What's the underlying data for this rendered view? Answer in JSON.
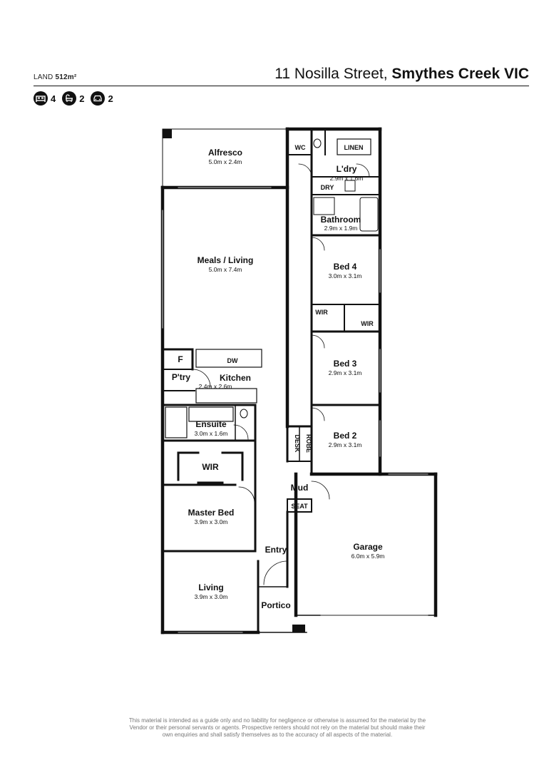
{
  "header": {
    "land_label": "LAND",
    "land_value": "512m²",
    "street": "11 Nosilla Street,",
    "suburb": "Smythes Creek VIC"
  },
  "features": [
    {
      "icon": "bed-icon",
      "value": "4"
    },
    {
      "icon": "bath-icon",
      "value": "2"
    },
    {
      "icon": "car-icon",
      "value": "2"
    }
  ],
  "rooms": {
    "alfresco": {
      "name": "Alfresco",
      "dims": "5.0m x 2.4m"
    },
    "meals_living": {
      "name": "Meals / Living",
      "dims": "5.0m x 7.4m"
    },
    "wc": {
      "name": "WC"
    },
    "linen": {
      "name": "LINEN"
    },
    "laundry": {
      "name": "L'dry",
      "dims": "2.9m x 1.6m"
    },
    "dry": {
      "name": "DRY"
    },
    "bathroom": {
      "name": "Bathroom",
      "dims": "2.9m x 1.9m"
    },
    "bed4": {
      "name": "Bed 4",
      "dims": "3.0m x 3.1m"
    },
    "wir_a": {
      "name": "WIR"
    },
    "wir_b": {
      "name": "WIR"
    },
    "bed3": {
      "name": "Bed 3",
      "dims": "2.9m x 3.1m"
    },
    "fridge": {
      "name": "F"
    },
    "dw": {
      "name": "DW"
    },
    "pantry": {
      "name": "P'try"
    },
    "kitchen": {
      "name": "Kitchen",
      "dims": "2.4m x 2.6m"
    },
    "ensuite": {
      "name": "Ensuite",
      "dims": "3.0m x 1.6m"
    },
    "bed2": {
      "name": "Bed 2",
      "dims": "2.9m x 3.1m"
    },
    "desk": {
      "name": "DESK"
    },
    "robe": {
      "name": "ROBE"
    },
    "master_wir": {
      "name": "WIR"
    },
    "mud": {
      "name": "Mud"
    },
    "seat": {
      "name": "SEAT"
    },
    "master_bed": {
      "name": "Master Bed",
      "dims": "3.9m x 3.0m"
    },
    "entry": {
      "name": "Entry"
    },
    "garage": {
      "name": "Garage",
      "dims": "6.0m x 5.9m"
    },
    "living": {
      "name": "Living",
      "dims": "3.9m x 3.0m"
    },
    "portico": {
      "name": "Portico"
    }
  },
  "disclaimer": "This material is intended as a guide only and no liability for negligence or otherwise is assumed for the material by the Vendor or their personal servants or agents. Prospective renters should not rely on the material but should make their own enquiries and shall satisfy themselves as to the accuracy of all aspects of the material."
}
